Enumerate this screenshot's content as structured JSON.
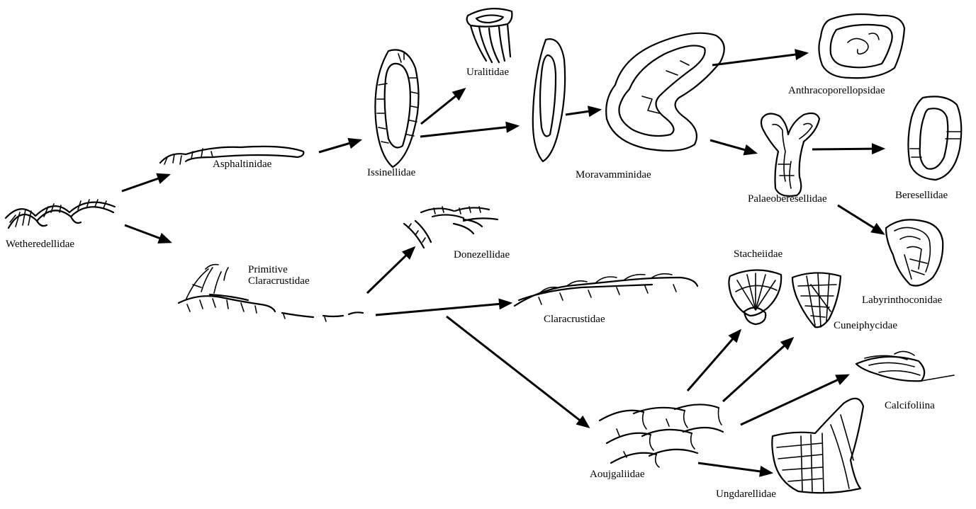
{
  "taxa": {
    "wetheredellidae": "Wetheredellidae",
    "asphaltinidae": "Asphaltinidae",
    "primitive_claracrustidae": "Primitive\nClaracrustidae",
    "issinellidae": "Issinellidae",
    "uralitidae": "Uralitidae",
    "moravamminidae": "Moravamminidae",
    "anthracoporellopsidae": "Anthracoporellopsidae",
    "palaeoberesellidae": "Palaeoberesellidae",
    "beresellidae": "Beresellidae",
    "labyrinthoconidae": "Labyrinthoconidae",
    "donezellidae": "Donezellidae",
    "claracrustidae": "Claracrustidae",
    "stacheiidae": "Stacheiidae",
    "cuneiphycidae": "Cuneiphycidae",
    "calcifoliina": "Calcifoliina",
    "aoujgaliidae": "Aoujgaliidae",
    "ungdarellidae": "Ungdarellidae"
  },
  "edges": [
    [
      "wetheredellidae",
      "asphaltinidae"
    ],
    [
      "wetheredellidae",
      "primitive_claracrustidae"
    ],
    [
      "asphaltinidae",
      "issinellidae"
    ],
    [
      "issinellidae",
      "uralitidae"
    ],
    [
      "issinellidae",
      "moravamminidae"
    ],
    [
      "moravamminidae",
      "anthracoporellopsidae"
    ],
    [
      "moravamminidae",
      "palaeoberesellidae"
    ],
    [
      "palaeoberesellidae",
      "beresellidae"
    ],
    [
      "palaeoberesellidae",
      "labyrinthoconidae"
    ],
    [
      "primitive_claracrustidae",
      "donezellidae"
    ],
    [
      "primitive_claracrustidae",
      "claracrustidae"
    ],
    [
      "primitive_claracrustidae",
      "aoujgaliidae"
    ],
    [
      "aoujgaliidae",
      "stacheiidae"
    ],
    [
      "aoujgaliidae",
      "cuneiphycidae"
    ],
    [
      "aoujgaliidae",
      "calcifoliina"
    ],
    [
      "aoujgaliidae",
      "ungdarellidae"
    ]
  ]
}
